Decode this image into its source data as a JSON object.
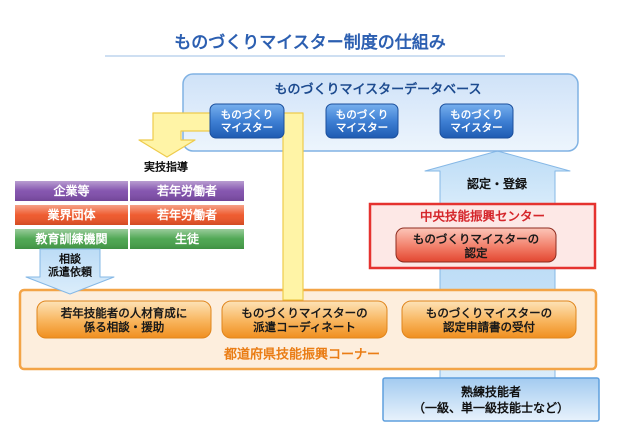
{
  "title": "ものづくりマイスター制度の仕組み",
  "colors": {
    "title": "#2c5fb1",
    "database_label": "#1d4b8f",
    "central_label": "#d5262b",
    "prefectural_label": "#ea7d15"
  },
  "database": {
    "label": "ものづくりマイスターデータベース",
    "meisters": [
      {
        "line1": "ものづくり",
        "line2": "マイスター"
      },
      {
        "line1": "ものづくり",
        "line2": "マイスター"
      },
      {
        "line1": "ものづくり",
        "line2": "マイスター"
      }
    ]
  },
  "practical_guidance": "実技指導",
  "clients": [
    {
      "organization": "企業等",
      "target": "若年労働者",
      "color": "#7f4dab"
    },
    {
      "organization": "業界団体",
      "target": "若年労働者",
      "color": "#ee5426"
    },
    {
      "organization": "教育訓練機関",
      "target": "生徒",
      "color": "#47a34b"
    }
  ],
  "consultation": {
    "line1": "相談",
    "line2": "派遣依頼"
  },
  "certification_registration": "認定・登録",
  "central_center": {
    "label": "中央技能振興センター",
    "certification": {
      "line1": "ものづくりマイスターの",
      "line2": "認定"
    }
  },
  "prefectural_corner": {
    "label": "都道府県技能振興コーナー",
    "services": [
      {
        "line1": "若年技能者の人材育成に",
        "line2": "係る相談・援助"
      },
      {
        "line1": "ものづくりマイスターの",
        "line2": "派遣コーディネート"
      },
      {
        "line1": "ものづくりマイスターの",
        "line2": "認定申請書の受付"
      }
    ]
  },
  "skilled_workers": {
    "line1": "熟練技能者",
    "line2": "（一級、単一級技能士など）"
  }
}
